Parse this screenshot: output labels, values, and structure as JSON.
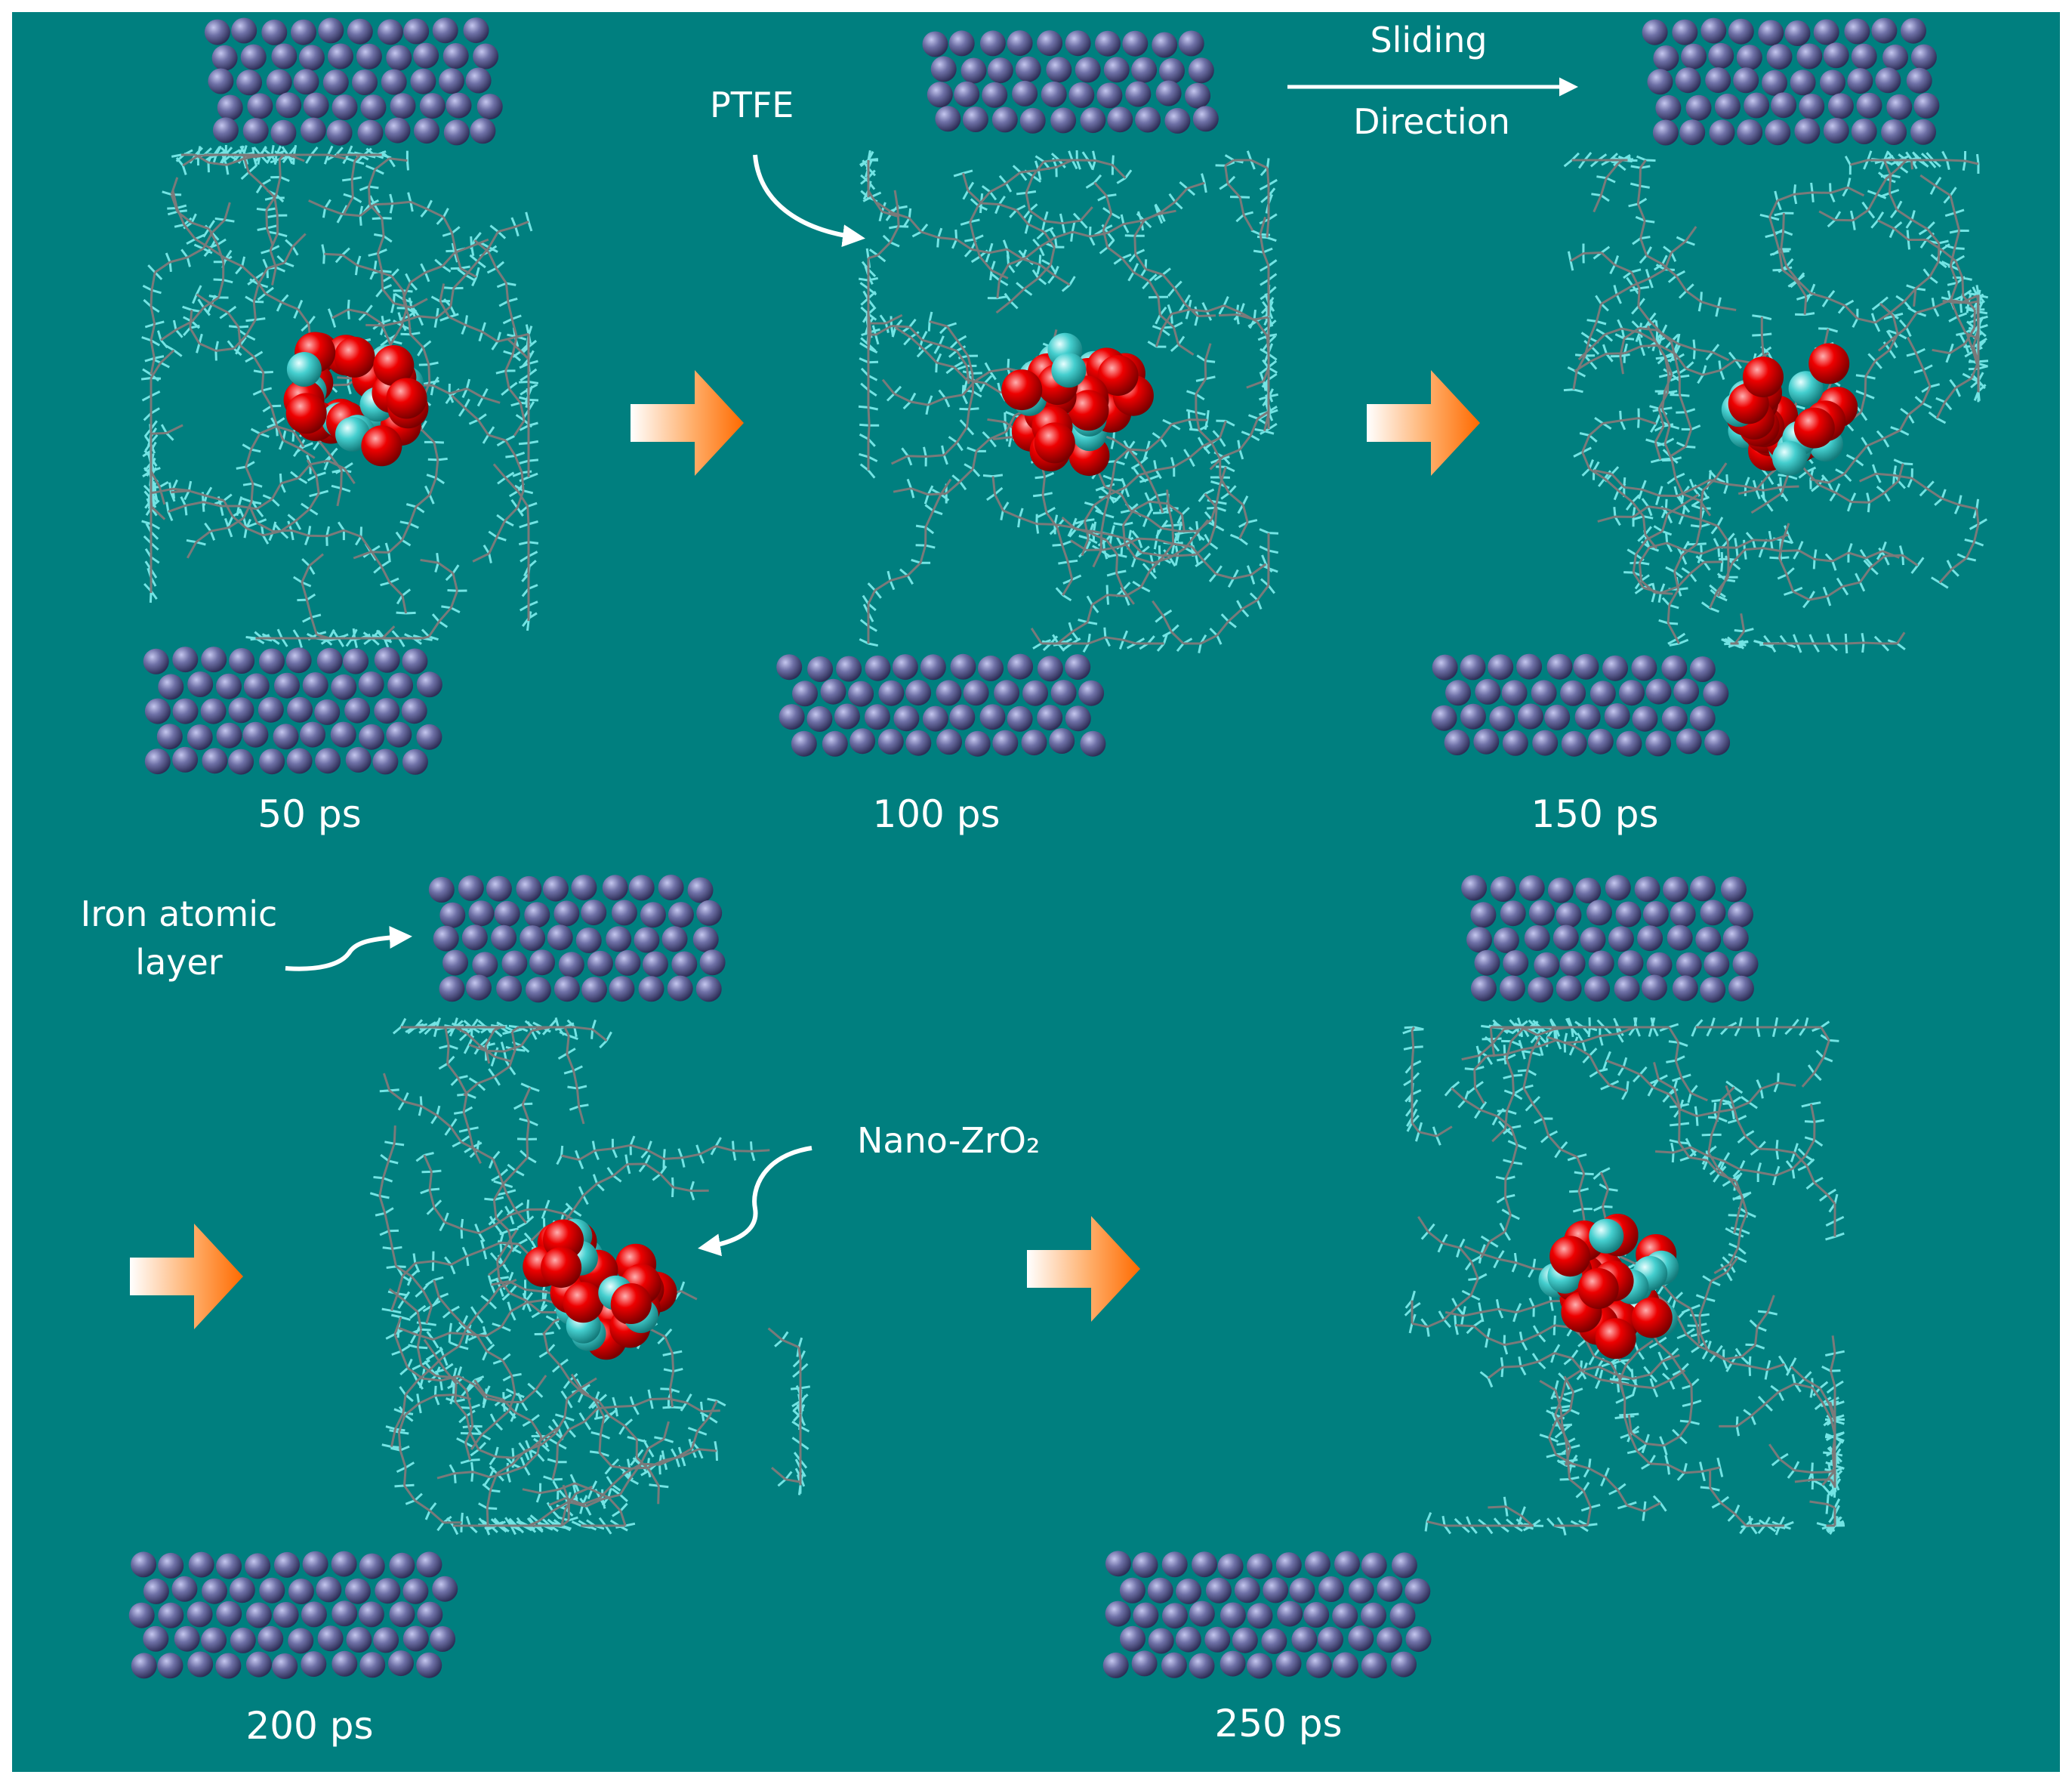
{
  "background_color": "#007f7f",
  "colors": {
    "iron_atom": "#6e70a6",
    "zirconium_atom": "#45cfcf",
    "oxygen_atom": "#ee0000",
    "ptfe_bond": "#7a7a7a",
    "ptfe_fluorine": "#7ff0f0",
    "transition_arrow": "#ff7a12"
  },
  "frames": [
    {
      "time_label": "50 ps"
    },
    {
      "time_label": "100 ps"
    },
    {
      "time_label": "150 ps"
    },
    {
      "time_label": "200 ps"
    },
    {
      "time_label": "250 ps"
    }
  ],
  "annotations": {
    "ptfe": "PTFE",
    "sliding_direction": [
      "Sliding",
      "Direction"
    ],
    "iron_atomic_layer": [
      "Iron atomic",
      "layer"
    ],
    "nano_zro2": "Nano-ZrO₂"
  }
}
